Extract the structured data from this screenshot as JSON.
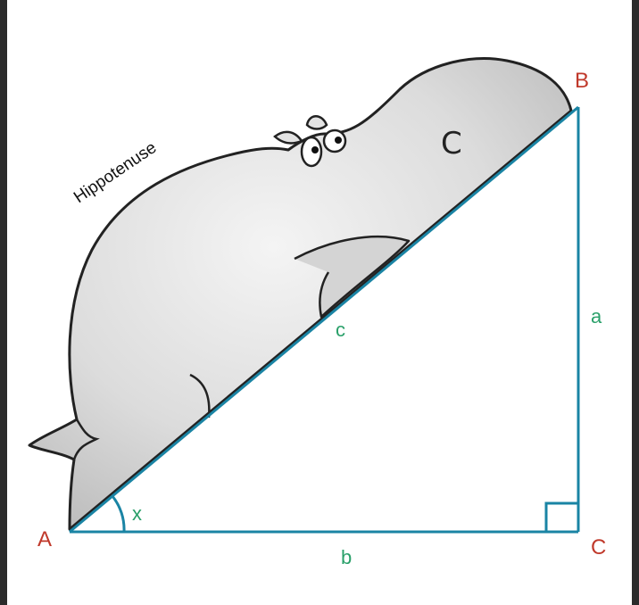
{
  "diagram": {
    "caption": "Hippotenuse",
    "vertices": {
      "A": "A",
      "B": "B",
      "C": "C"
    },
    "sides": {
      "a": "a",
      "b": "b",
      "c": "c"
    },
    "angle": "x",
    "hippo_mark": "C",
    "colors": {
      "triangle": "#1a84a4",
      "vertex_label": "#c0392b",
      "side_label": "#2aa06a",
      "hippo_fill": "#d9d9d9",
      "hippo_outline": "#222222"
    }
  }
}
